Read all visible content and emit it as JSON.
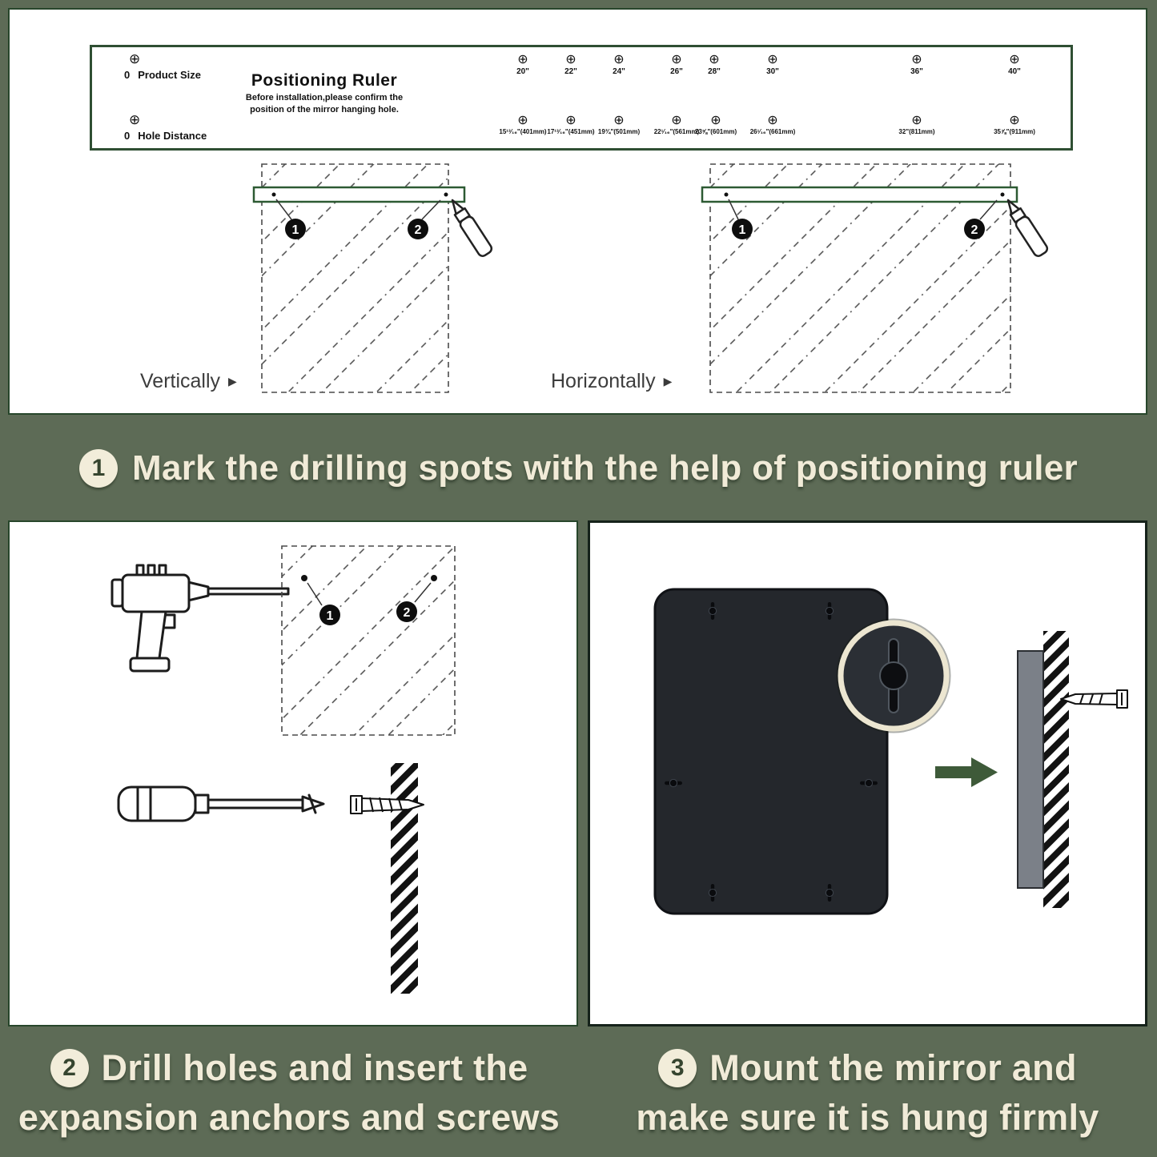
{
  "colors": {
    "background": "#5d6b56",
    "panel_bg": "#ffffff",
    "cream_text": "#f1ebd8",
    "dark_green": "#2f4f33",
    "mirror_body": "#24272c",
    "arrow_green": "#3e5a39"
  },
  "ruler": {
    "title": "Positioning Ruler",
    "subtitle_line1": "Before installation,please confirm the",
    "subtitle_line2": "position of the mirror hanging hole.",
    "crosshair": "⊕",
    "product_size_zero": "0",
    "product_size_label": "Product Size",
    "hole_distance_zero": "0",
    "hole_distance_label": "Hole Distance",
    "top_marks": [
      "20\"",
      "22\"",
      "24\"",
      "26\"",
      "28\"",
      "30\"",
      "36\"",
      "40\""
    ],
    "bottom_marks": [
      "15¹³⁄₁₆\"(401mm)",
      "17¹³⁄₁₆\"(451mm)",
      "19¾\"(501mm)",
      "22¹⁄₁₆\"(561mm)",
      "23⅝\"(601mm)",
      "26¹⁄₁₆\"(661mm)",
      "32\"(811mm)",
      "35⅞\"(911mm)"
    ]
  },
  "diagrams": {
    "vertical_label": "Vertically",
    "horizontal_label": "Horizontally",
    "pointer": "▶",
    "marker1": "1",
    "marker2": "2"
  },
  "steps": {
    "step1": {
      "badge": "1",
      "text": "Mark the drilling spots with the help of positioning ruler"
    },
    "step2": {
      "badge": "2",
      "line1": "Drill holes and insert the",
      "line2": "expansion anchors and screws"
    },
    "step3": {
      "badge": "3",
      "line1": "Mount the mirror and",
      "line2": "make sure it is hung firmly"
    }
  }
}
